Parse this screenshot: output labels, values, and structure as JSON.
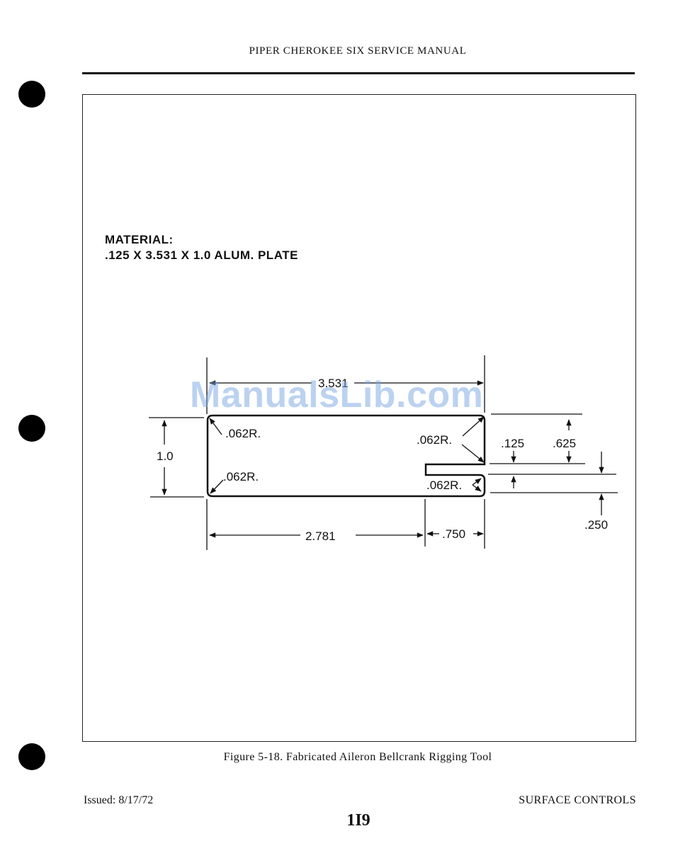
{
  "header": {
    "title": "PIPER CHEROKEE SIX SERVICE MANUAL"
  },
  "figure": {
    "material_label": "MATERIAL:",
    "material_spec": ".125 X 3.531 X 1.0 ALUM. PLATE",
    "dimensions": {
      "overall_length": "3.531",
      "height": "1.0",
      "radius_top_left": ".062R.",
      "radius_top_right": ".062R.",
      "radius_bottom_left": ".062R.",
      "radius_slot": ".062R.",
      "slot_width": ".125",
      "slot_depth": ".625",
      "slot_offset": ".250",
      "base_length": "2.781",
      "slot_length": ".750"
    },
    "caption": "Figure 5-18.  Fabricated Aileron Bellcrank Rigging Tool"
  },
  "watermark": "ManualsLib.com",
  "footer": {
    "issued": "Issued: 8/17/72",
    "section": "SURFACE CONTROLS",
    "page_number": "1I9"
  }
}
